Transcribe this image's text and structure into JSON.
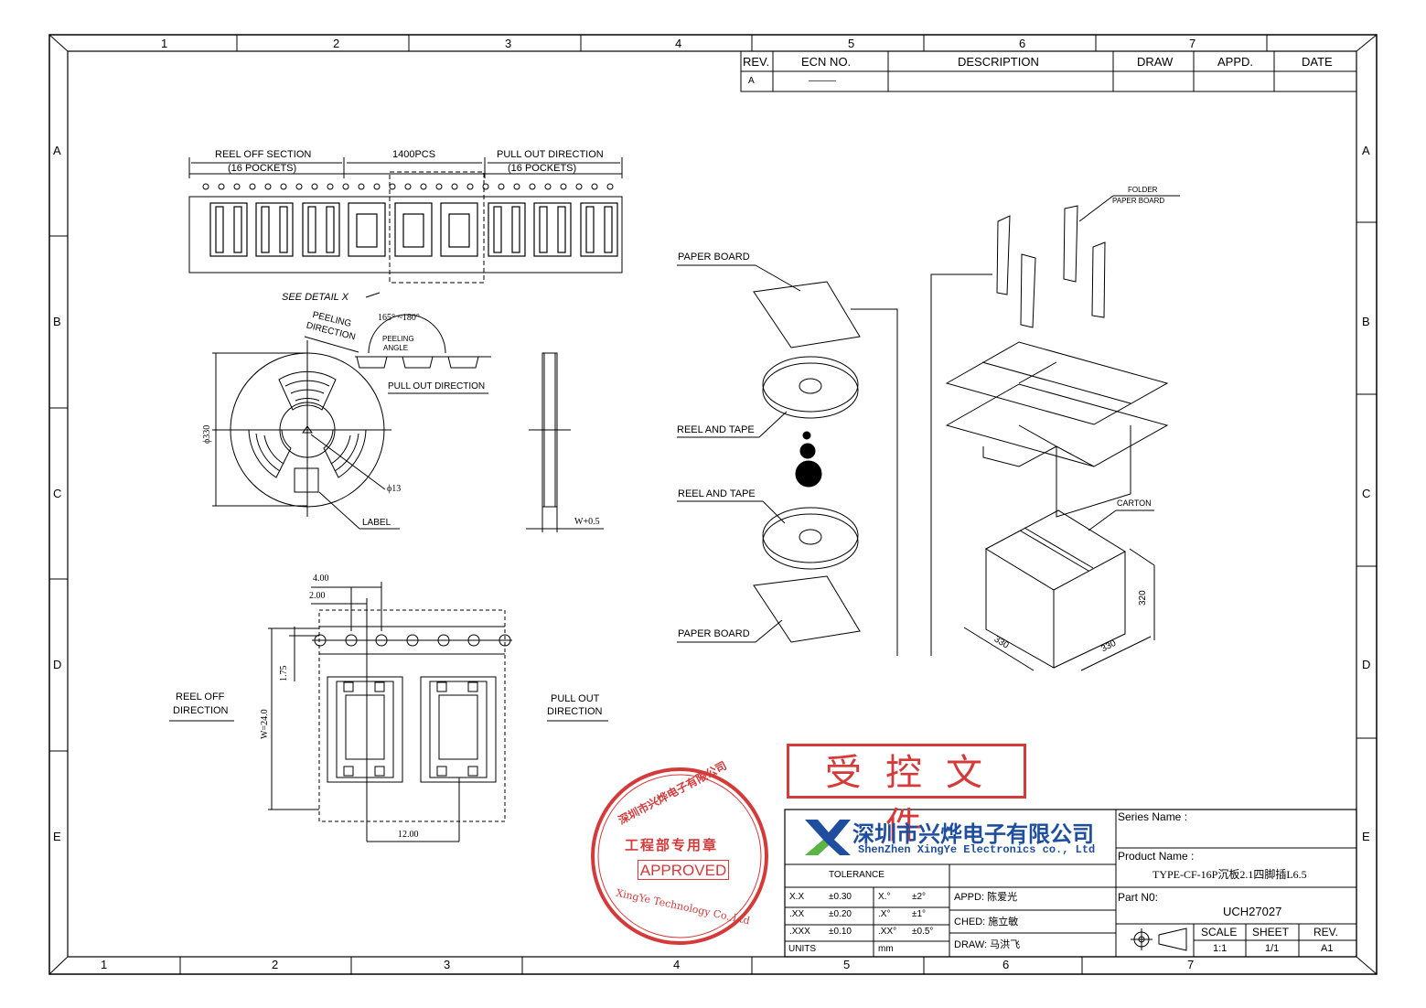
{
  "zones_top": [
    "1",
    "2",
    "3",
    "4",
    "5",
    "6",
    "7"
  ],
  "zones_bottom": [
    "1",
    "2",
    "3",
    "4",
    "5",
    "6",
    "7"
  ],
  "rows_left": [
    "A",
    "B",
    "C",
    "D",
    "E"
  ],
  "rows_right": [
    "A",
    "B",
    "C",
    "D",
    "E"
  ],
  "revision_table": {
    "headers": {
      "rev": "REV.",
      "ecn": "ECN  NO.",
      "desc": "DESCRIPTION",
      "draw": "DRAW",
      "appd": "APPD.",
      "date": "DATE"
    },
    "row": {
      "rev": "A",
      "ecn": "———"
    }
  },
  "tape": {
    "reel_off_section": "REEL OFF SECTION",
    "reel_off_pockets": "(16 POCKETS)",
    "qty": "1400PCS",
    "pull_out": "PULL OUT DIRECTION",
    "pull_out_pockets": "(16 POCKETS)",
    "see_detail": "SEE  DETAIL  X"
  },
  "reel": {
    "peeling_direction_1": "PEELING",
    "peeling_direction_2": "DIRECTION",
    "angle": "165°  ~180°",
    "peeling_angle_1": "PEELING",
    "peeling_angle_2": "ANGLE",
    "pull_out": "PULL OUT DIRECTION",
    "dia": "ϕ330",
    "hub": "ϕ13",
    "label": "LABEL",
    "width": "W+0.5"
  },
  "detail": {
    "d400": "4.00",
    "d200": "2.00",
    "d175": "1.75",
    "w240": "W=24.0",
    "d1200": "12.00",
    "reel_off_1": "REEL OFF",
    "reel_off_2": "DIRECTION",
    "pull_out_1": "PULL OUT",
    "pull_out_2": "DIRECTION"
  },
  "packing": {
    "folder_1": "FOLDER",
    "folder_2": "PAPER BOARD",
    "paper_board_top": "PAPER BOARD",
    "reel_tape_1": "REEL AND TAPE",
    "reel_tape_2": "REEL AND TAPE",
    "paper_board_bottom": "PAPER BOARD",
    "carton": "CARTON",
    "h320": "320",
    "w330a": "330",
    "w330b": "330"
  },
  "stamp": {
    "controlled": "受控文件",
    "approved": "APPROVED",
    "dept": "工程部专用章",
    "company_arc": "深圳市兴烨电子有限公司",
    "english_arc": "XingYe Technology Co.,Ltd"
  },
  "title_block": {
    "company_cn": "深圳市兴烨电子有限公司",
    "company_en": "ShenZhen XingYe Electronics co., Ltd",
    "series_label": "Series Name :",
    "product_label": "Product Name :",
    "product_name": "TYPE-CF-16P沉板2.1四脚插L6.5",
    "part_label": "Part N0:",
    "part_no": "UCH27027",
    "tolerance": "TOLERANCE",
    "tol": [
      {
        "a": "X.X",
        "b": "±0.30",
        "c": "X.°",
        "d": "±2°"
      },
      {
        "a": ".XX",
        "b": "±0.20",
        "c": ".X°",
        "d": "±1°"
      },
      {
        "a": ".XXX",
        "b": "±0.10",
        "c": ".XX°",
        "d": "±0.5°"
      }
    ],
    "units_label": "UNITS",
    "units": "mm",
    "appd": "APPD: 陈爱光",
    "ched": "CHED: 施立敏",
    "draw": "DRAW: 马洪飞",
    "scale_label": "SCALE",
    "sheet_label": "SHEET",
    "rev_label": "REV.",
    "scale": "1:1",
    "sheet": "1/1",
    "rev": "A1"
  },
  "colors": {
    "line": "#000000",
    "stamp": "#d43a3a",
    "logo_blue": "#1f4e9e",
    "logo_green": "#5bb543"
  }
}
